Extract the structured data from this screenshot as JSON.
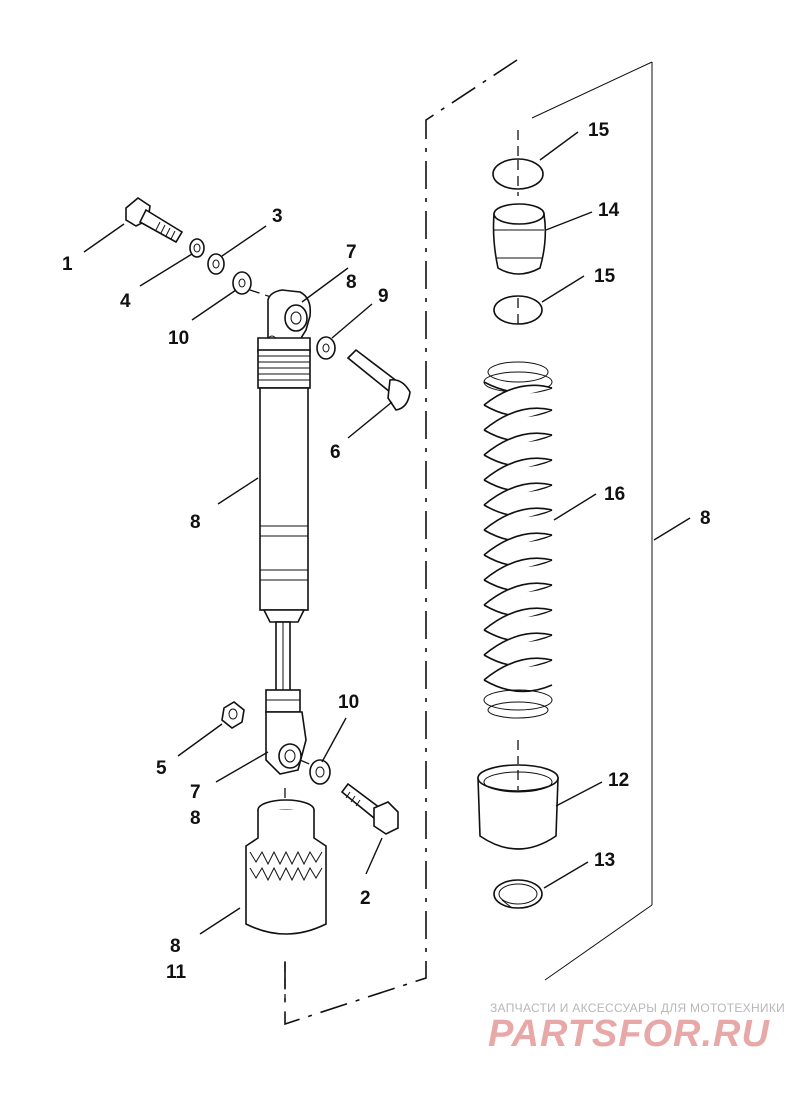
{
  "diagram": {
    "callouts": {
      "c1": "1",
      "c2": "2",
      "c3": "3",
      "c4": "4",
      "c5": "5",
      "c6": "6",
      "c7_top": "7",
      "c8_top": "8",
      "c9": "9",
      "c10_top": "10",
      "c8_body": "8",
      "c10_bottom": "10",
      "c7_bottom": "7",
      "c8_bottom": "8",
      "c8_boot": "8",
      "c11": "11",
      "c15_top": "15",
      "c14": "14",
      "c15_mid": "15",
      "c16": "16",
      "c8_assembly": "8",
      "c12": "12",
      "c13": "13"
    }
  },
  "watermark": {
    "tagline": "ЗАПЧАСТИ И АКСЕССУАРЫ ДЛЯ МОТОТЕХНИКИ",
    "logo": "PARTSFOR.RU"
  }
}
